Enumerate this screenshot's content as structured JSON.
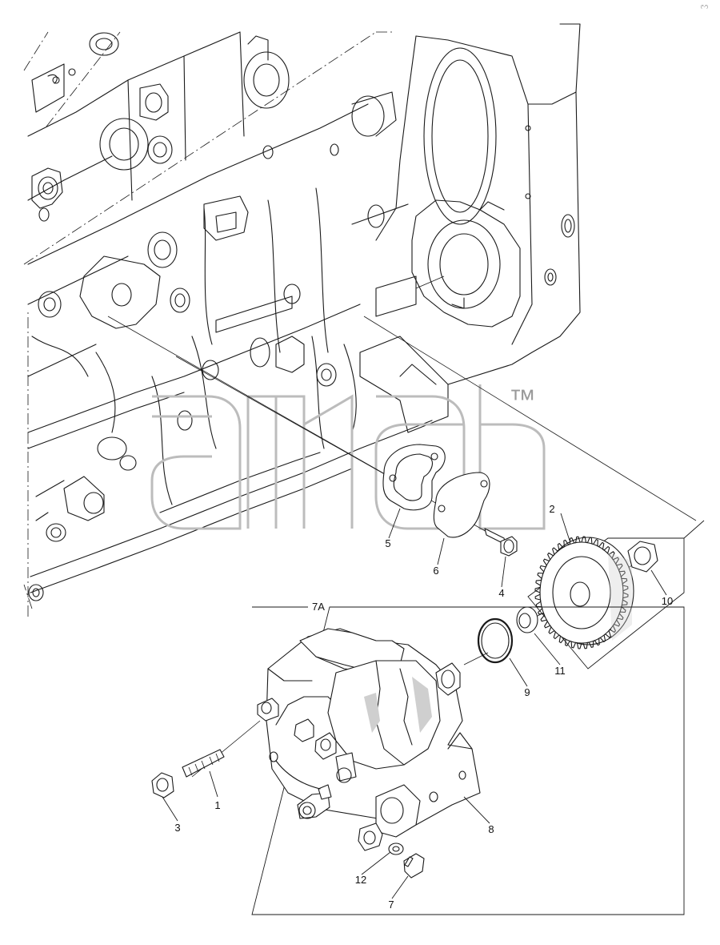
{
  "watermark": {
    "trademark": "™"
  },
  "corner_mark": "(*-*)",
  "callouts": [
    {
      "id": "1",
      "label": "1"
    },
    {
      "id": "2",
      "label": "2"
    },
    {
      "id": "3",
      "label": "3"
    },
    {
      "id": "4",
      "label": "4"
    },
    {
      "id": "5",
      "label": "5"
    },
    {
      "id": "6",
      "label": "6"
    },
    {
      "id": "7",
      "label": "7"
    },
    {
      "id": "7A",
      "label": "7A"
    },
    {
      "id": "8",
      "label": "8"
    },
    {
      "id": "9",
      "label": "9"
    },
    {
      "id": "10",
      "label": "10"
    },
    {
      "id": "11",
      "label": "11"
    },
    {
      "id": "12",
      "label": "12"
    }
  ]
}
